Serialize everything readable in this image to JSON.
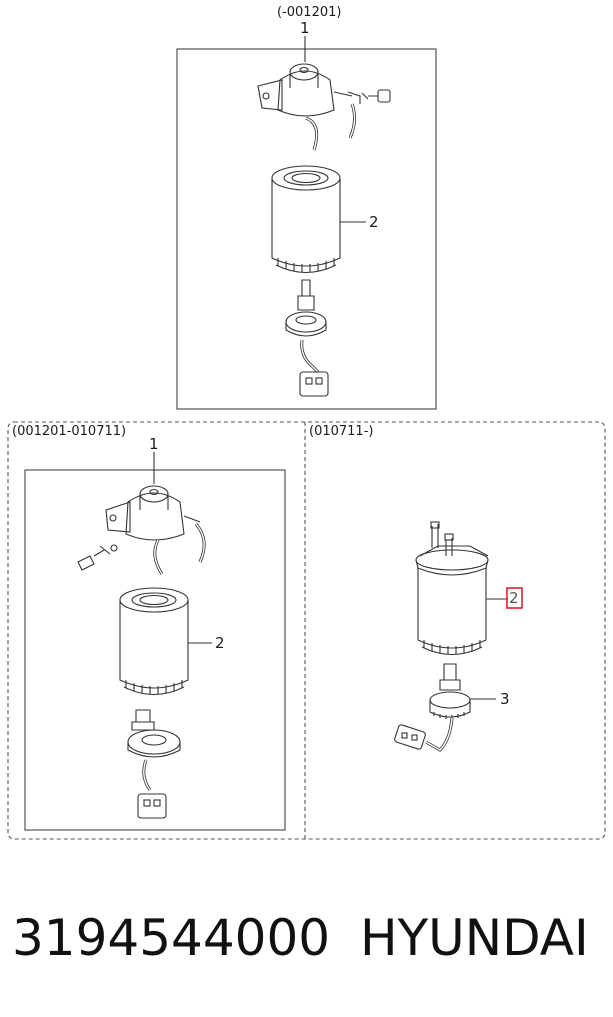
{
  "top_panel": {
    "range_label": "(-001201)",
    "callout_assembly": "1",
    "callout_filter": "2"
  },
  "left_panel": {
    "range_label": "(001201-010711)",
    "callout_assembly": "1",
    "callout_filter": "2"
  },
  "right_panel": {
    "range_label": "(010711-)",
    "callout_filter": "2",
    "callout_sensor": "3"
  },
  "footer": {
    "part_number": "3194544000",
    "brand": "HYUNDAI"
  },
  "colors": {
    "line": "#333333",
    "highlight": "#e0202a"
  }
}
